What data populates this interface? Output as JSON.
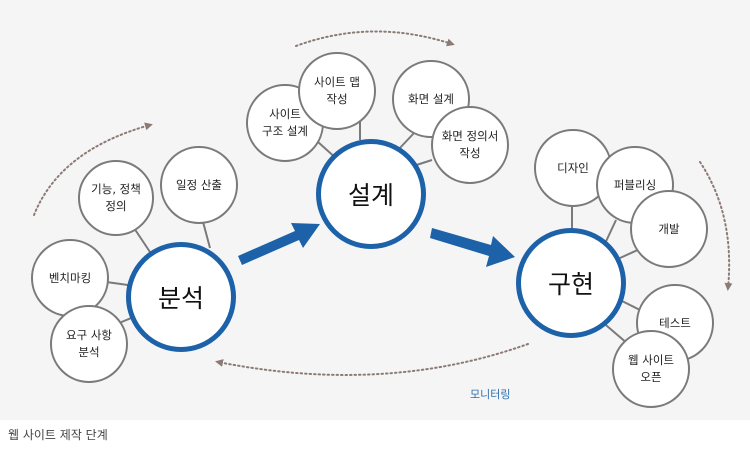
{
  "diagram": {
    "colors": {
      "main_circle_border": "#1d62a8",
      "sub_circle_border": "#7a7a7a",
      "arrow_fill": "#1d62a8",
      "dotted_arrow": "#8c7b74",
      "monitoring_text": "#2f6fb0",
      "background": "#f5f5f5"
    },
    "stages": [
      {
        "label": "분석",
        "tasks": [
          "기능, 정책\n정의",
          "일정 산출",
          "벤치마킹",
          "요구 사항\n분석"
        ]
      },
      {
        "label": "설계",
        "tasks": [
          "사이트\n구조 설계",
          "사이트 맵\n작성",
          "화면 설계",
          "화면 정의서\n작성"
        ]
      },
      {
        "label": "구현",
        "tasks": [
          "디자인",
          "퍼블리싱",
          "개발",
          "테스트",
          "웹 사이트\n오픈"
        ]
      }
    ],
    "feedback_label": "모니터링"
  },
  "caption": "웹 사이트 제작 단계"
}
